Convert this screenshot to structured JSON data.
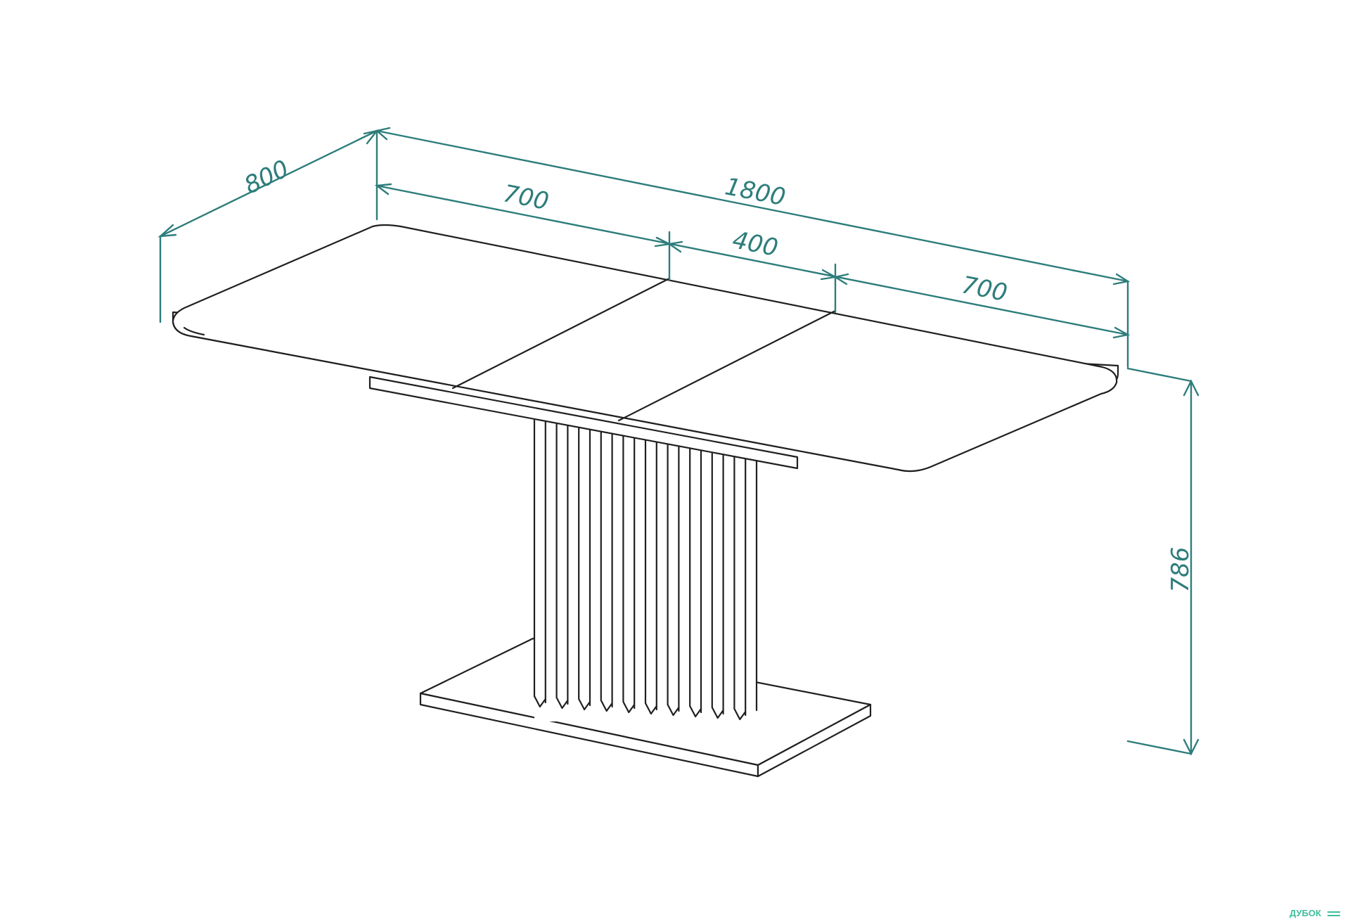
{
  "drawing": {
    "accent_color": "#2d7d7b",
    "line_color": "#1f1f1f",
    "dimensions": {
      "width": "800",
      "total_length": "1800",
      "leaf_left": "700",
      "insert": "400",
      "leaf_right": "700",
      "height": "786"
    },
    "watermark": "ДУБОК"
  }
}
